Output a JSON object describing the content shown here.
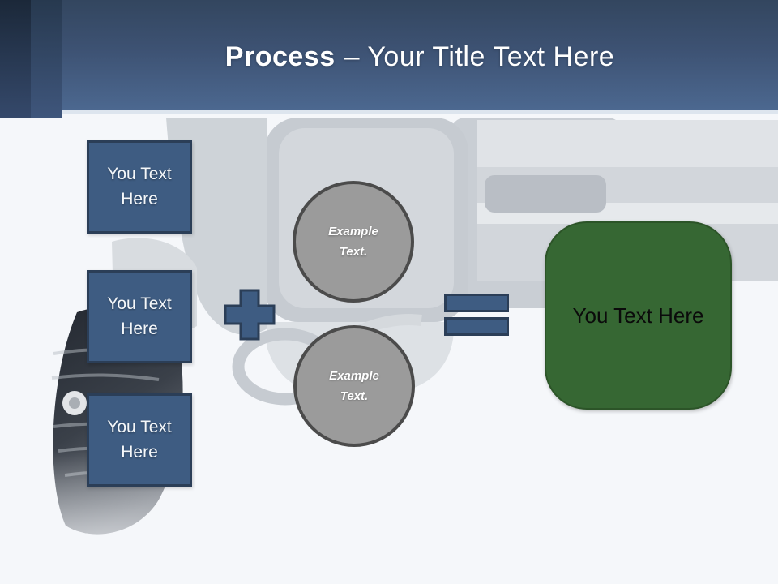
{
  "slide": {
    "title": {
      "bold": "Process",
      "regular": "– Your Title Text Here"
    },
    "background": {
      "image": "revolver-photo-faded"
    }
  },
  "process_diagram": {
    "input_boxes": [
      {
        "label": "You Text Here"
      },
      {
        "label": "You Text Here"
      },
      {
        "label": "You Text Here"
      }
    ],
    "operators": {
      "plus": "plus-icon",
      "equals": "equals-icon"
    },
    "example_circles": [
      {
        "label": "Example Text."
      },
      {
        "label": "Example Text."
      }
    ],
    "result_box": {
      "label": "You Text Here"
    }
  },
  "colors": {
    "header_top": "#33465F",
    "header_bottom": "#4C6890",
    "accent_blue": "#3E5C82",
    "accent_blue_border": "#2B3E57",
    "circle_gray": "#9B9B9B",
    "circle_border": "#4B4B4B",
    "result_green": "#366733",
    "result_green_border": "#2C5428",
    "canvas_background": "#F5F7FA"
  }
}
